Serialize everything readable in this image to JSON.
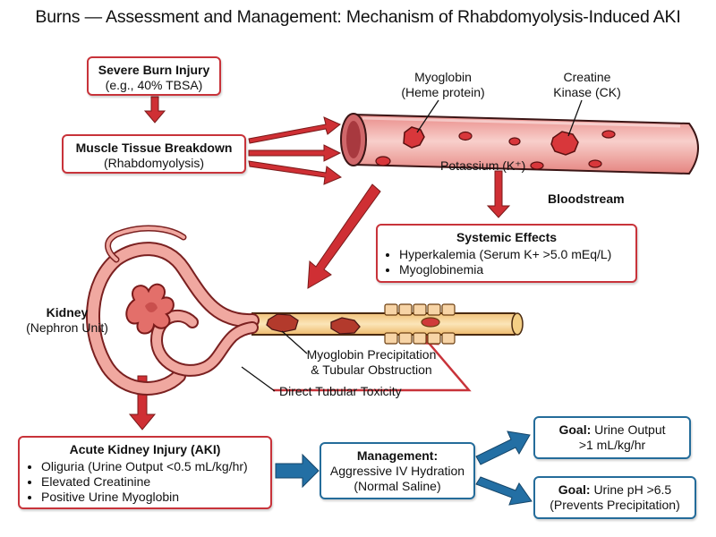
{
  "title": "Burns — Assessment and Management: Mechanism of Rhabdomyolysis-Induced AKI",
  "burn_box": {
    "heading": "Severe Burn Injury",
    "detail": "(e.g., 40% TBSA)"
  },
  "muscle_box": {
    "heading": "Muscle Tissue Breakdown",
    "detail": "(Rhabdomyolysis)"
  },
  "vessel": {
    "myoglobin_label": "Myoglobin",
    "myoglobin_sub": "(Heme protein)",
    "ck_label": "Creatine",
    "ck_sub": "Kinase (CK)",
    "potassium_label": "Potassium (K⁺)",
    "bloodstream_label": "Bloodstream"
  },
  "systemic_box": {
    "heading": "Systemic Effects",
    "items": [
      "Hyperkalemia (Serum K+ >5.0 mEq/L)",
      "Myoglobinemia"
    ]
  },
  "kidney": {
    "label": "Kidney",
    "sub": "(Nephron Unit)",
    "precip_line1": "Myoglobin Precipitation",
    "precip_line2": "& Tubular Obstruction",
    "toxicity": "Direct Tubular Toxicity"
  },
  "aki_box": {
    "heading": "Acute Kidney Injury (AKI)",
    "items": [
      "Oliguria (Urine Output <0.5 mL/kg/hr)",
      "Elevated Creatinine",
      "Positive Urine Myoglobin"
    ]
  },
  "management_box": {
    "heading": "Management:",
    "line1": "Aggressive IV Hydration",
    "line2": "(Normal Saline)"
  },
  "goal1_box": {
    "heading": "Goal:",
    "text1": "Urine Output",
    "text2": ">1 mL/kg/hr"
  },
  "goal2_box": {
    "heading": "Goal:",
    "text1": "Urine pH >6.5",
    "text2": "(Prevents Precipitation)"
  },
  "colors": {
    "red_arrow": "#cf2f34",
    "blue_arrow": "#236fa4",
    "vessel": "#f3b4b0",
    "tubule": "#f6d59a",
    "rbc": "#d8373b"
  }
}
